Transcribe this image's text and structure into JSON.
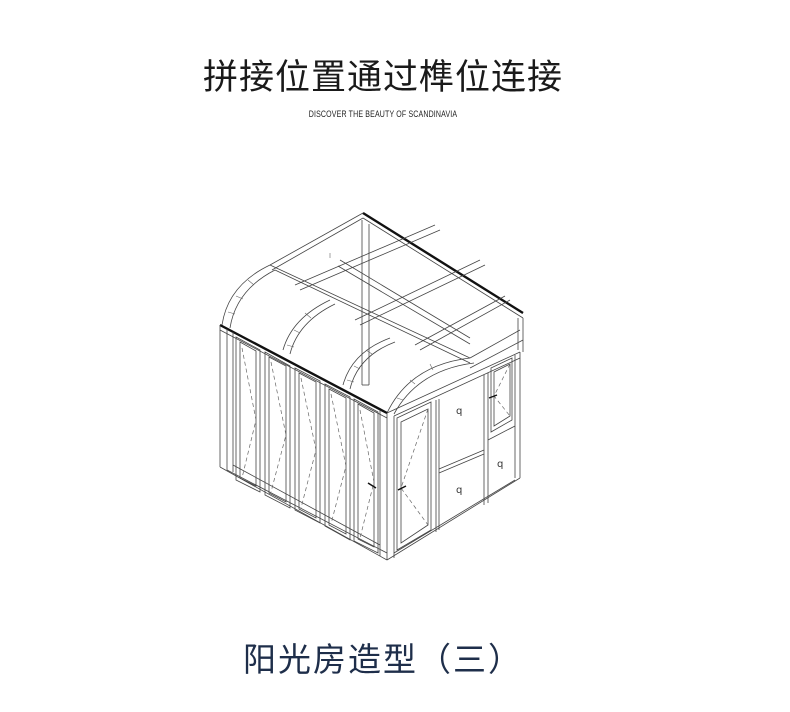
{
  "header": {
    "title": "拼接位置通过榫位连接",
    "subtitle": "DISCOVER THE BEAUTY OF SCANDINAVIA"
  },
  "figure": {
    "description": "Isometric line drawing of a sunroom with curved glass roof, folding glass doors on the left face and hinged door with window/panels on the right face",
    "line_color": "#444444"
  },
  "footer": {
    "caption": "阳光房造型（三）",
    "caption_color": "#1e2e4a"
  }
}
